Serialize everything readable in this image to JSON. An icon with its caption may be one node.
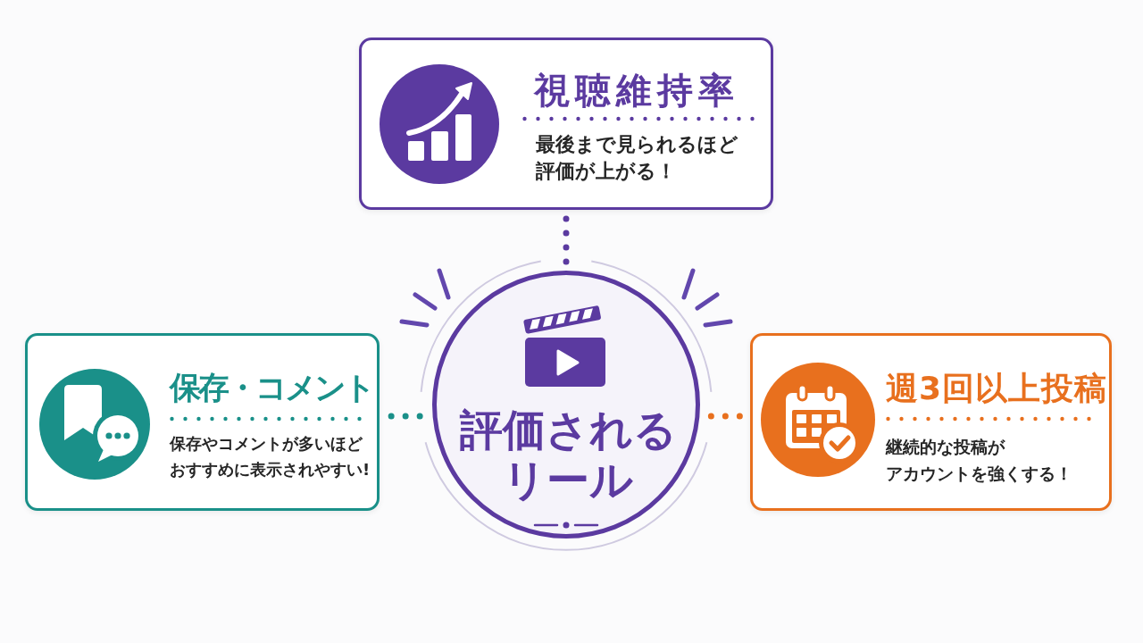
{
  "diagram": {
    "nodes": [
      {
        "text": [
          "視聴維持率",
          "最後まで見られるほど評価が上がる！"
        ]
      },
      {
        "text": [
          "保存・コメント",
          "保存やコメントが多いほどおすすめに表示されやすい!"
        ]
      },
      {
        "text": [
          "評価されるリール"
        ]
      },
      {
        "text": [
          "週3回以上投稿",
          "継続的な投稿がアカウントを強くする！"
        ]
      }
    ],
    "edges": [
      {
        "from": 2,
        "to": 0,
        "arrow": "none",
        "style": "dashed",
        "color": "#5b3aa0"
      },
      {
        "from": 2,
        "to": 1,
        "arrow": "none",
        "style": "dashed",
        "color": "#1a9089"
      },
      {
        "from": 2,
        "to": 3,
        "arrow": "none",
        "style": "dashed",
        "color": "#e8701e"
      }
    ]
  }
}
